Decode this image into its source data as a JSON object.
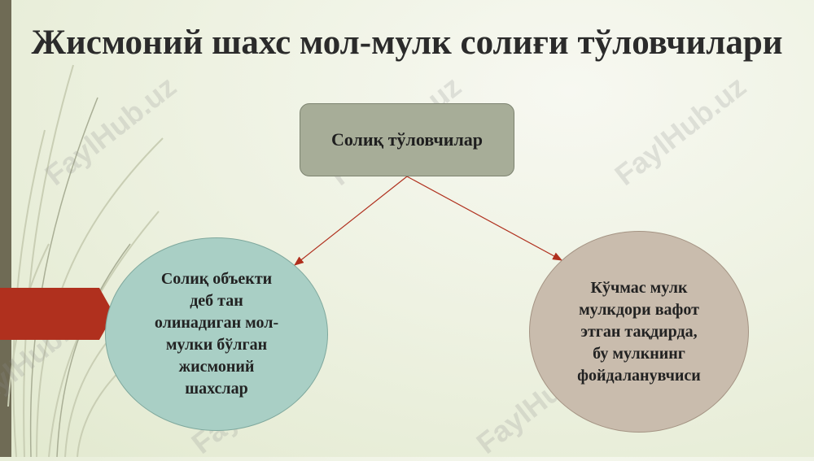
{
  "title": "Жисмоний шахс мол-мулк солиғи тўловчилари",
  "diagram": {
    "root": "Солиқ тўловчилар",
    "left_node": "Солиқ объекти\nдеб тан\nолинадиган мол-\nмулки бўлган\nжисмоний\nшахслар",
    "right_node": "Кўчмас мулк\nмулкдори вафот\nэтган тақдирда,\nбу мулкнинг\nфойдаланувчиси"
  },
  "watermark": "FaylHub.uz",
  "colors": {
    "root_fill": "#a7ad98",
    "left_fill": "#a9cfc5",
    "right_fill": "#c9bcad",
    "arrow": "#b0301e",
    "accent_tab": "#b0301e"
  }
}
